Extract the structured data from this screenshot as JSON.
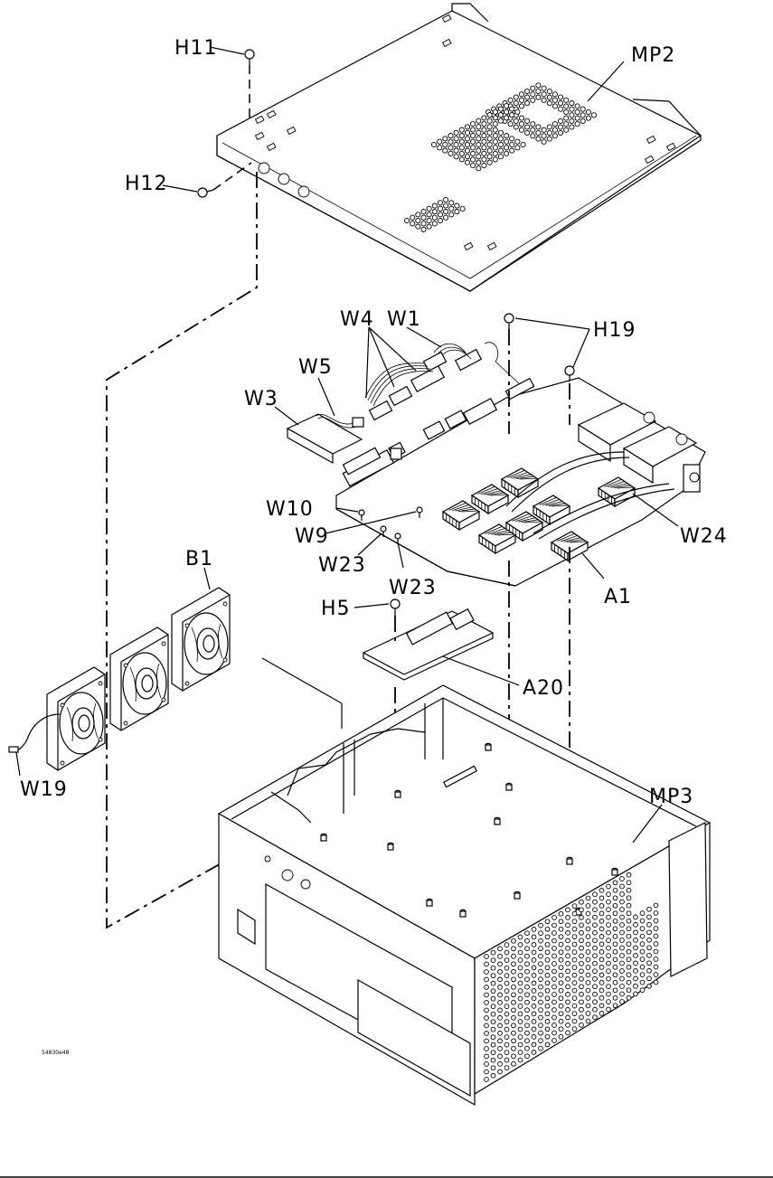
{
  "labels": {
    "H11": "H11",
    "MP2": "MP2",
    "H12": "H12",
    "W4": "W4",
    "W1": "W1",
    "H19": "H19",
    "W5": "W5",
    "W3": "W3",
    "W10": "W10",
    "W9": "W9",
    "W23a": "W23",
    "W23b": "W23",
    "W24": "W24",
    "B1": "B1",
    "A1": "A1",
    "H5": "H5",
    "A20": "A20",
    "W19": "W19",
    "MP3": "MP3"
  },
  "figure_id": "54830e48"
}
